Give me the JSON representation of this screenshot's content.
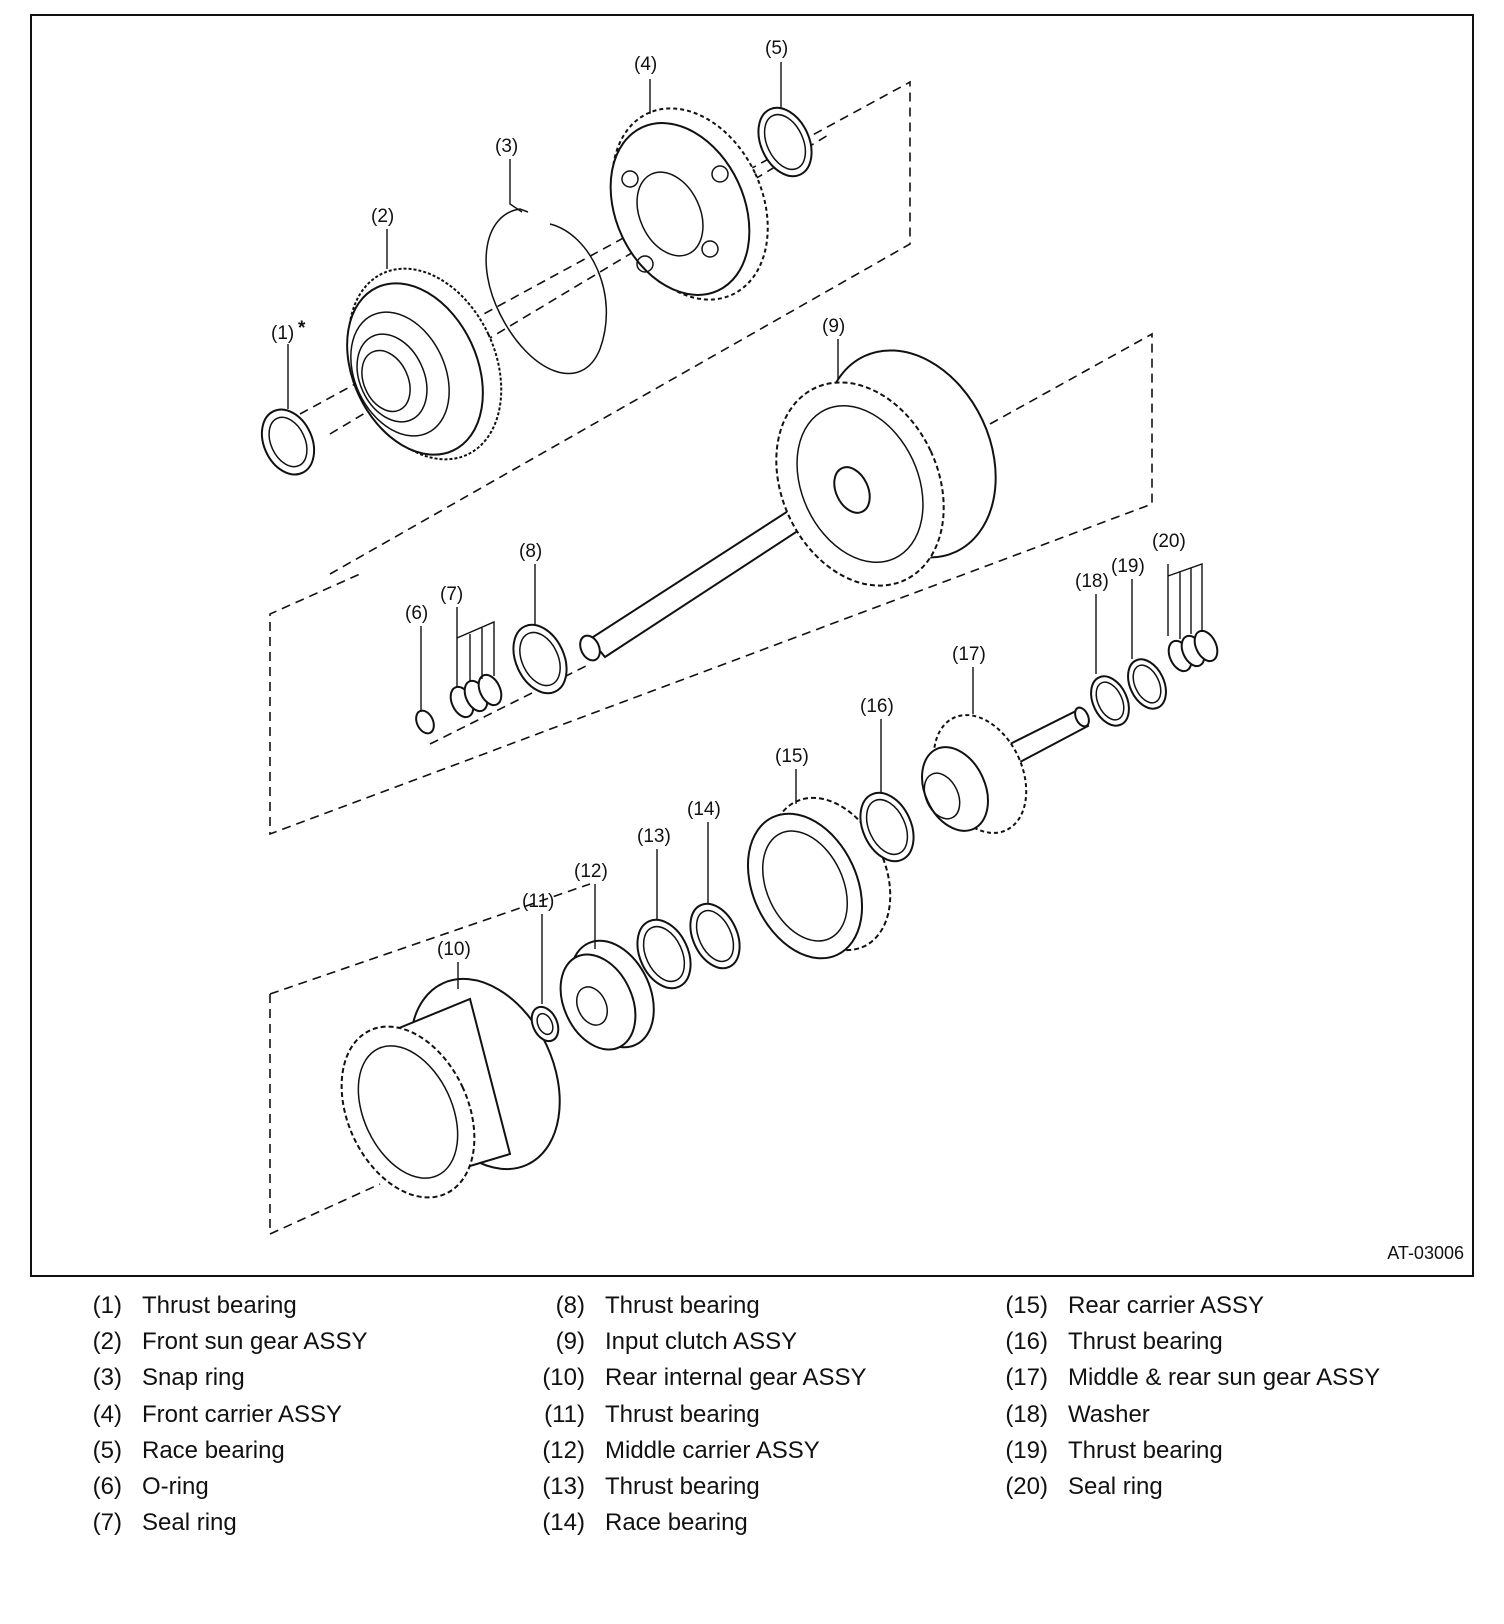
{
  "figure": {
    "code": "AT-03006",
    "asterisk": "*",
    "callouts": [
      "(1)",
      "(2)",
      "(3)",
      "(4)",
      "(5)",
      "(6)",
      "(7)",
      "(8)",
      "(9)",
      "(10)",
      "(11)",
      "(12)",
      "(13)",
      "(14)",
      "(15)",
      "(16)",
      "(17)",
      "(18)",
      "(19)",
      "(20)"
    ]
  },
  "legend": [
    [
      {
        "num": "(1)",
        "name": "Thrust bearing"
      },
      {
        "num": "(2)",
        "name": "Front sun gear ASSY"
      },
      {
        "num": "(3)",
        "name": "Snap ring"
      },
      {
        "num": "(4)",
        "name": "Front carrier ASSY"
      },
      {
        "num": "(5)",
        "name": "Race bearing"
      },
      {
        "num": "(6)",
        "name": "O-ring"
      },
      {
        "num": "(7)",
        "name": "Seal ring"
      }
    ],
    [
      {
        "num": "(8)",
        "name": "Thrust bearing"
      },
      {
        "num": "(9)",
        "name": "Input clutch ASSY"
      },
      {
        "num": "(10)",
        "name": "Rear internal gear ASSY"
      },
      {
        "num": "(11)",
        "name": "Thrust bearing"
      },
      {
        "num": "(12)",
        "name": "Middle carrier ASSY"
      },
      {
        "num": "(13)",
        "name": "Thrust bearing"
      },
      {
        "num": "(14)",
        "name": "Race bearing"
      }
    ],
    [
      {
        "num": "(15)",
        "name": "Rear carrier ASSY"
      },
      {
        "num": "(16)",
        "name": "Thrust bearing"
      },
      {
        "num": "(17)",
        "name": "Middle & rear sun gear ASSY"
      },
      {
        "num": "(18)",
        "name": "Washer"
      },
      {
        "num": "(19)",
        "name": "Thrust bearing"
      },
      {
        "num": "(20)",
        "name": "Seal ring"
      }
    ]
  ]
}
